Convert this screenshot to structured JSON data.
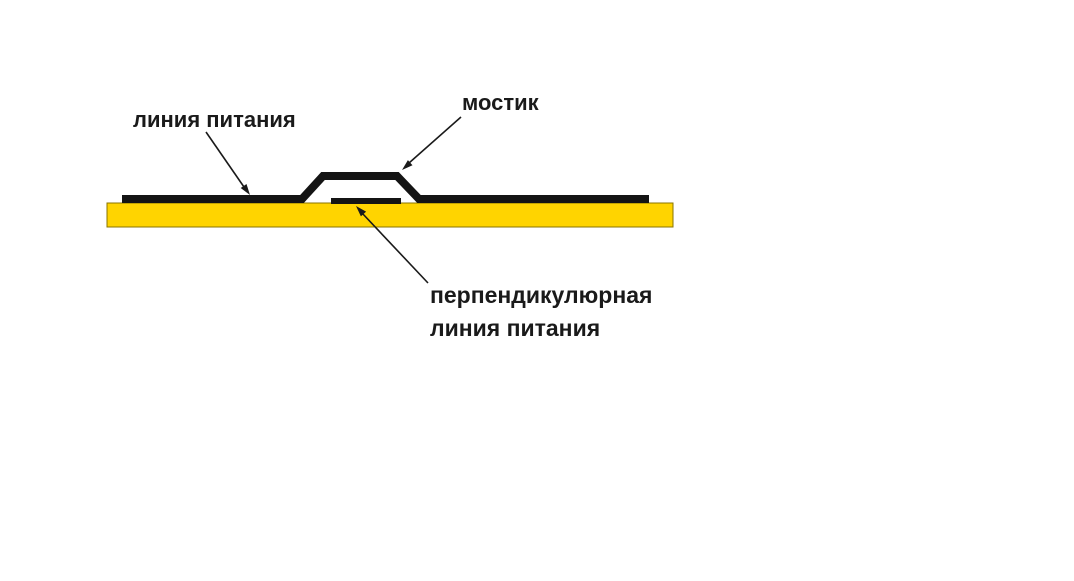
{
  "diagram": {
    "title": "microstrip power line bridge cross-section",
    "labels": {
      "power_line": "линия питания",
      "bridge": "мостик",
      "perpendicular_line1": "перпендикулюрная",
      "perpendicular_line2": "линия питания"
    },
    "colors": {
      "background": "#ffffff",
      "substrate": "#ffd400",
      "substrate_border": "#8a7500",
      "conductor": "#141414",
      "text": "#1a1a1a",
      "arrow": "#1a1a1a"
    }
  }
}
